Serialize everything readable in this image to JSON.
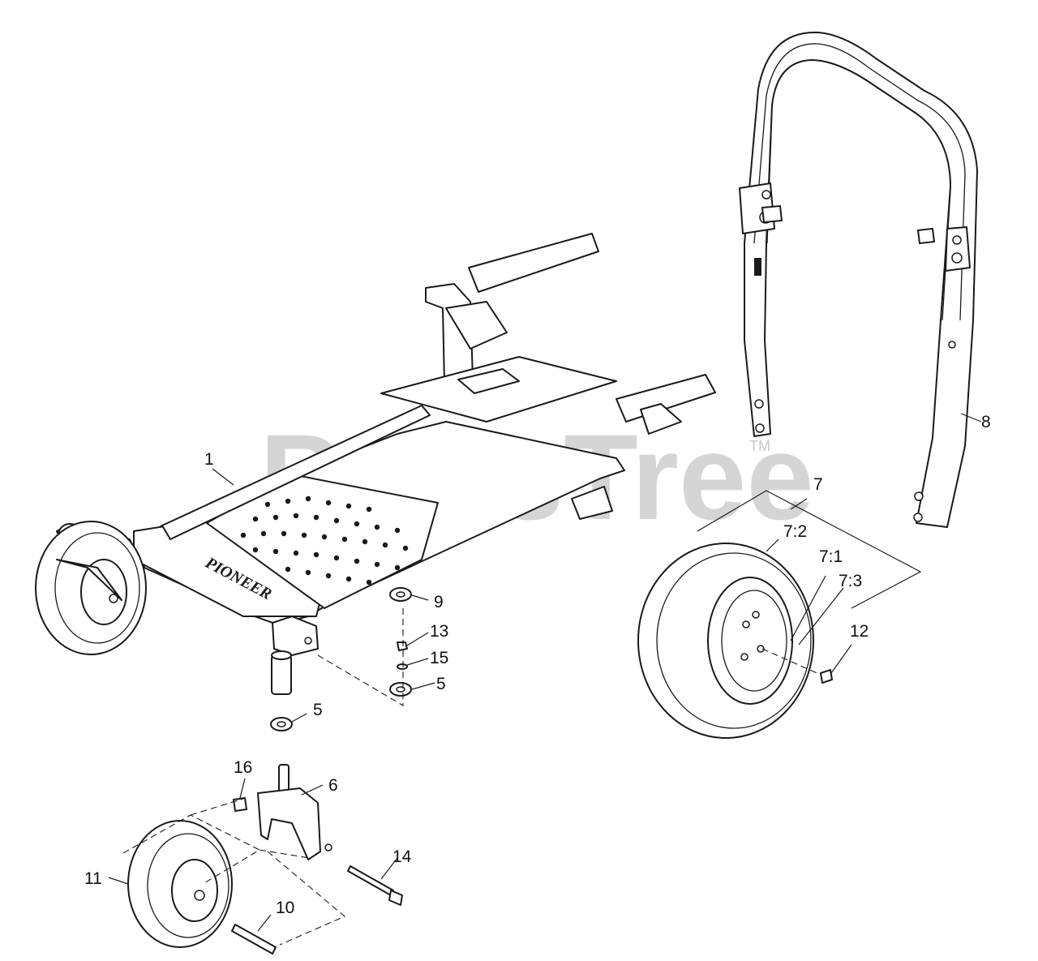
{
  "watermark": {
    "text": "PartsTree",
    "trademark": "TM"
  },
  "frame_brand": "PIONEER",
  "callouts": {
    "c1": "1",
    "c5a": "5",
    "c5b": "5",
    "c6": "6",
    "c7": "7",
    "c7_1": "7:1",
    "c7_2": "7:2",
    "c7_3": "7:3",
    "c8": "8",
    "c9": "9",
    "c10": "10",
    "c11": "11",
    "c12": "12",
    "c13": "13",
    "c14": "14",
    "c15": "15",
    "c16": "16"
  }
}
